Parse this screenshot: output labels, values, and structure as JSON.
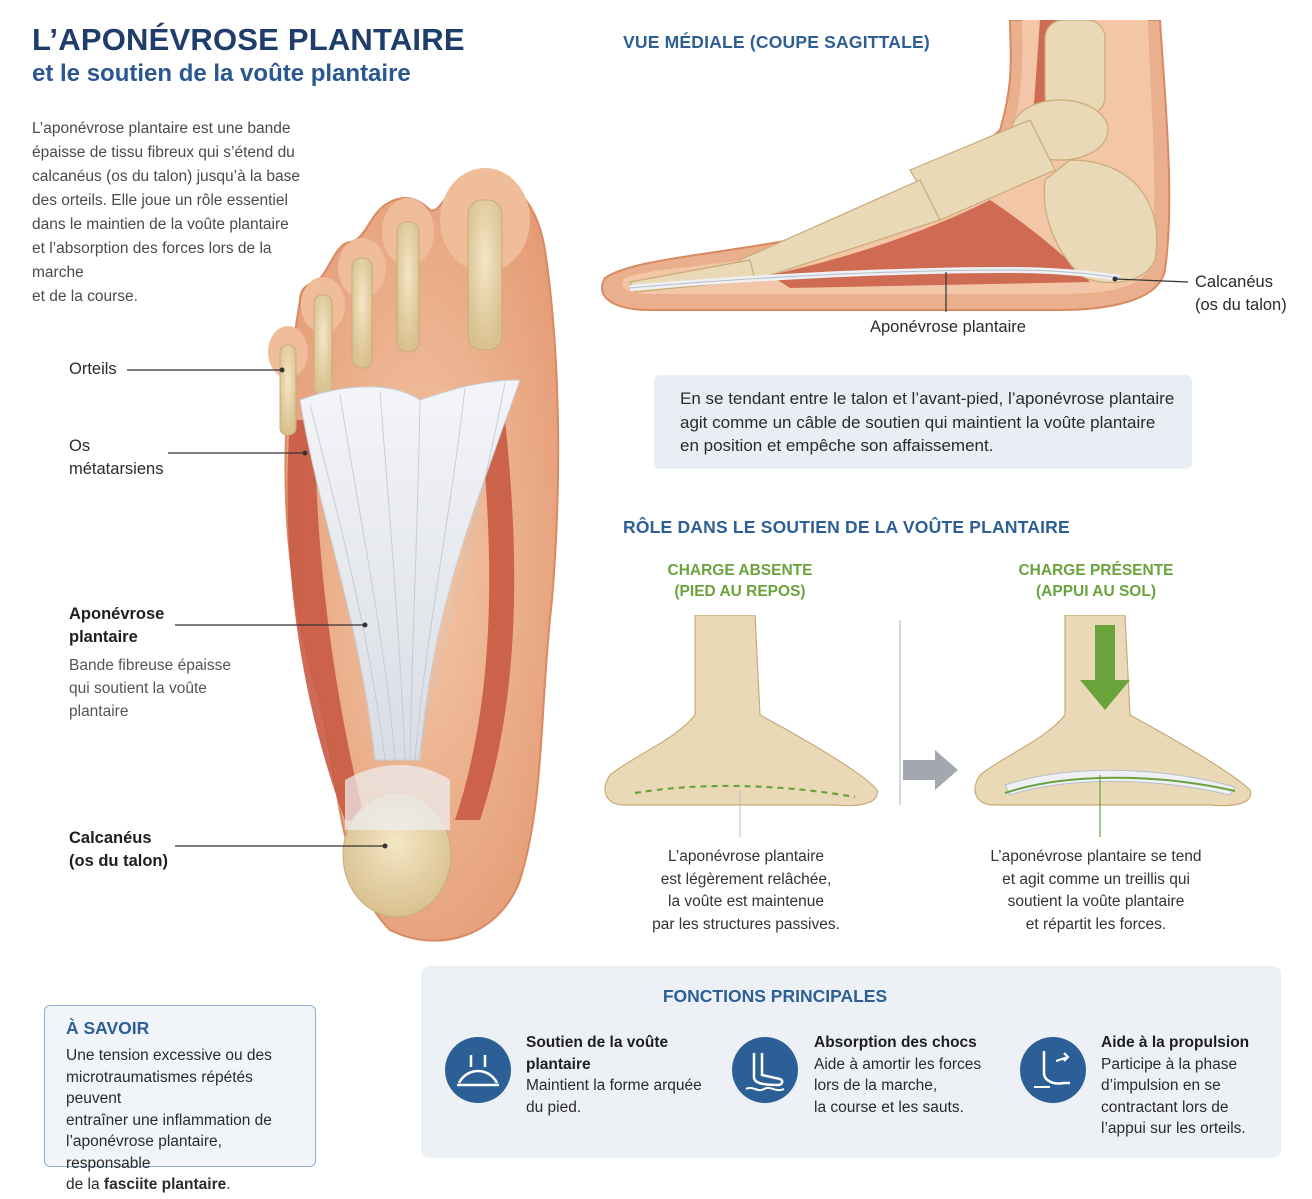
{
  "header": {
    "title": "L’APONÉVROSE PLANTAIRE",
    "subtitle": "et le soutien de la voûte plantaire"
  },
  "intro": {
    "lines": [
      "L’aponévrose plantaire est une bande",
      "épaisse de tissu fibreux qui s’étend du",
      "calcanéus (os du talon) jusqu’à la base",
      "des orteils. Elle joue un rôle essentiel",
      "dans le maintien de la voûte plantaire",
      "et l’absorption des forces lors de la marche",
      "et de la course."
    ]
  },
  "plantar_labels": {
    "orteils": "Orteils",
    "metatarsiens_1": "Os",
    "metatarsiens_2": "métatarsiens",
    "aponevrose_1": "Aponévrose",
    "aponevrose_2": "plantaire",
    "aponevrose_desc_1": "Bande fibreuse épaisse",
    "aponevrose_desc_2": "qui soutient la voûte",
    "aponevrose_desc_3": "plantaire",
    "calcaneus_1": "Calcanéus",
    "calcaneus_2": "(os du talon)"
  },
  "medial_view": {
    "heading": "VUE MÉDIALE (COUPE SAGITTALE)",
    "label_calcaneus_1": "Calcanéus",
    "label_calcaneus_2": "(os du talon)",
    "label_aponevrose": "Aponévrose plantaire"
  },
  "infobox": {
    "line1": "En se tendant entre le talon et l’avant-pied, l’aponévrose plantaire",
    "line2": "agit comme un câble de soutien qui maintient la voûte plantaire",
    "line3": "en position et empêche son affaissement."
  },
  "role": {
    "heading": "RÔLE DANS LE SOUTIEN DE LA VOÛTE PLANTAIRE",
    "left": {
      "title1": "CHARGE ABSENTE",
      "title2": "(PIED AU REPOS)",
      "caption": [
        "L’aponévrose plantaire",
        "est légèrement relâchée,",
        "la voûte est maintenue",
        "par les structures passives."
      ]
    },
    "right": {
      "title1": "CHARGE PRÉSENTE",
      "title2": "(APPUI AU SOL)",
      "caption": [
        "L’aponévrose plantaire se tend",
        "et agit comme un treillis qui",
        "soutient la voûte plantaire",
        "et répartit les forces."
      ]
    }
  },
  "savoir": {
    "heading": "À SAVOIR",
    "line1": "Une tension excessive ou des",
    "line2": "microtraumatismes répétés peuvent",
    "line3": "entraîner une inflammation de",
    "line4": "l’aponévrose plantaire, responsable",
    "line5_prefix": "de la ",
    "line5_bold": "fasciite plantaire",
    "line5_suffix": "."
  },
  "fonctions": {
    "heading": "FONCTIONS PRINCIPALES",
    "items": [
      {
        "icon": "arch-support-icon",
        "title": [
          "Soutien de la voûte",
          "plantaire"
        ],
        "text": [
          "Maintient la forme arquée",
          "du pied."
        ]
      },
      {
        "icon": "shock-absorption-icon",
        "title": [
          "Absorption des chocs"
        ],
        "text": [
          "Aide à amortir les forces",
          "lors de la marche,",
          "la course et les sauts."
        ]
      },
      {
        "icon": "propulsion-icon",
        "title": [
          "Aide à la propulsion"
        ],
        "text": [
          "Participe à la phase",
          "d’impulsion en se",
          "contractant lors de",
          "l’appui sur les orteils."
        ]
      }
    ]
  },
  "colors": {
    "title": "#1e3d6b",
    "accent": "#2d5f96",
    "green": "#6aa33c",
    "skin": "#e9b08d",
    "bone": "#ead9b6",
    "muscle": "#c95a44",
    "tendon": "#e6e9ee"
  }
}
